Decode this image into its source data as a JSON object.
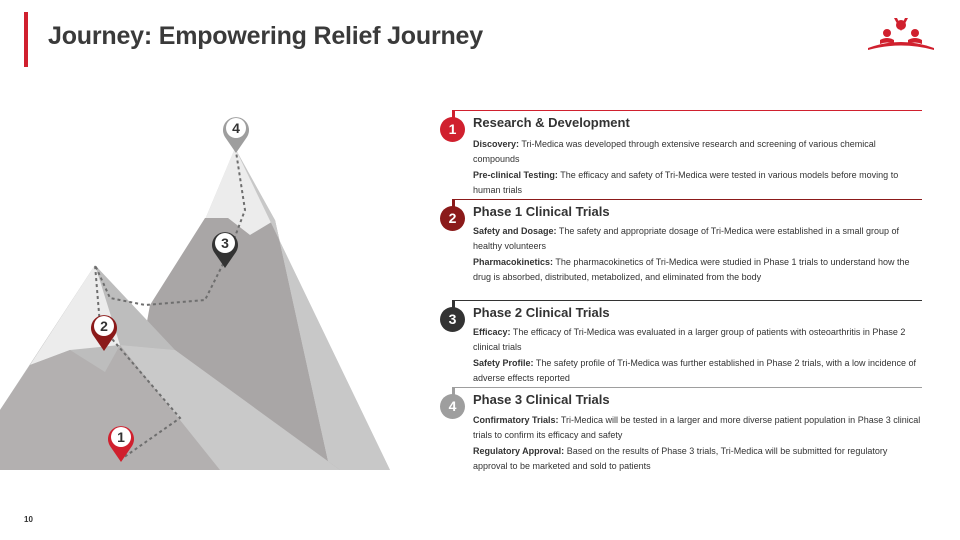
{
  "header": {
    "title": "Journey: Empowering Relief Journey"
  },
  "logo": {
    "icon": "people-logo-icon",
    "color": "#d0202e"
  },
  "mountain_markers": [
    "1",
    "2",
    "3",
    "4"
  ],
  "steps": [
    {
      "number": "1",
      "title": "Research & Development",
      "color": "#d0202e",
      "items": [
        {
          "label": "Discovery:",
          "text": " Tri-Medica was developed through extensive research and screening of various chemical compounds"
        },
        {
          "label": "Pre-clinical Testing:",
          "text": " The efficacy and safety of Tri-Medica were tested in various models before moving to human trials"
        }
      ]
    },
    {
      "number": "2",
      "title": "Phase 1 Clinical Trials",
      "color": "#8b1a1a",
      "items": [
        {
          "label": "Safety and Dosage:",
          "text": " The safety and appropriate dosage of Tri-Medica were established in a small group of healthy volunteers"
        },
        {
          "label": "Pharmacokinetics:",
          "text": " The pharmacokinetics of Tri-Medica were studied in Phase 1 trials to understand how the drug is absorbed, distributed, metabolized, and eliminated from the body"
        }
      ]
    },
    {
      "number": "3",
      "title": "Phase 2 Clinical Trials",
      "color": "#333333",
      "items": [
        {
          "label": "Efficacy:",
          "text": " The efficacy of Tri-Medica was evaluated in a larger group of patients with osteoarthritis in Phase 2 clinical trials"
        },
        {
          "label": "Safety Profile:",
          "text": " The safety profile of Tri-Medica was further established in Phase 2 trials, with a low incidence of adverse effects reported"
        }
      ]
    },
    {
      "number": "4",
      "title": "Phase 3 Clinical Trials",
      "color": "#9e9e9e",
      "items": [
        {
          "label": "Confirmatory Trials:",
          "text": " Tri-Medica will be tested in a larger and more diverse patient population in Phase 3 clinical trials to confirm its efficacy and safety"
        },
        {
          "label": "Regulatory Approval:",
          "text": " Based on the results of Phase 3 trials, Tri-Medica will be submitted for regulatory approval to be marketed and sold to patients"
        }
      ]
    }
  ],
  "footer": {
    "page_number": "10"
  }
}
